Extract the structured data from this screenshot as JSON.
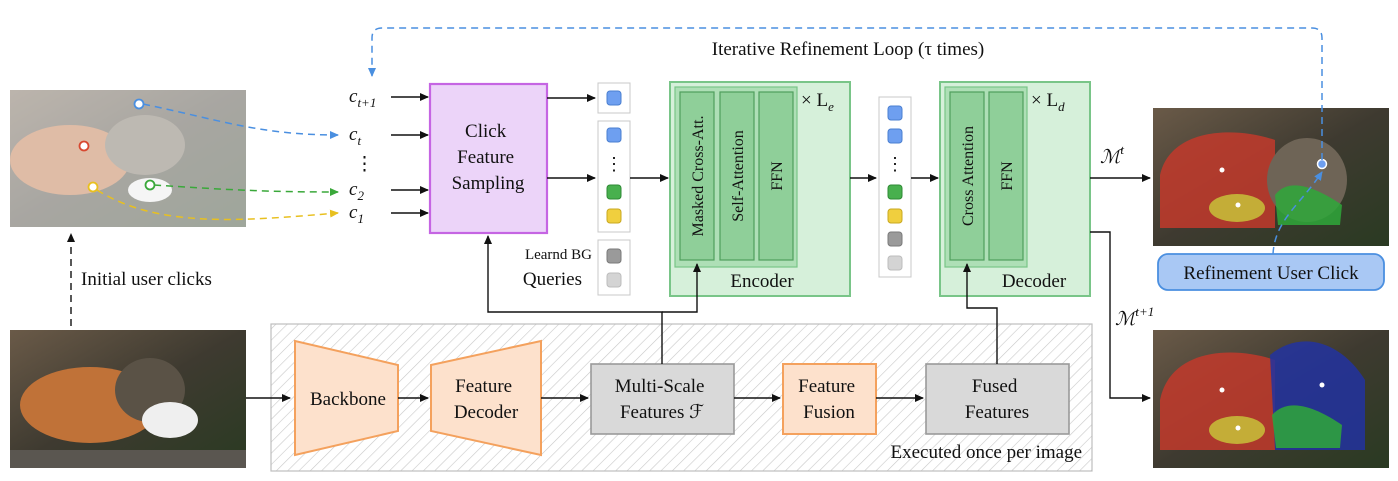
{
  "loop": {
    "title": "Iterative Refinement Loop (τ times)"
  },
  "clicks": {
    "next": "c",
    "next_sub": "t+1",
    "t": "c",
    "t_sub": "t",
    "dots": "⋮",
    "c2": "c",
    "c2_sub": "2",
    "c1": "c",
    "c1_sub": "1"
  },
  "labels": {
    "initial_clicks": "Initial user clicks",
    "learned_bg_line1": "Learnd BG",
    "learned_bg_line2": "Queries",
    "executed_once": "Executed once per image",
    "refinement_click": "Refinement User Click",
    "mask_t": "ℳ",
    "mask_t_sup": "t",
    "mask_t1": "ℳ",
    "mask_t1_sup": "t+1"
  },
  "blocks": {
    "click_feature_sampling": [
      "Click",
      "Feature",
      "Sampling"
    ],
    "backbone": "Backbone",
    "feature_decoder": [
      "Feature",
      "Decoder"
    ],
    "multiscale": [
      "Multi-Scale",
      "Features ℱ"
    ],
    "feature_fusion": [
      "Feature",
      "Fusion"
    ],
    "fused_features": [
      "Fused",
      "Features"
    ]
  },
  "encoder": {
    "title": "Encoder",
    "repeat": "× L",
    "repeat_sub": "e",
    "layers": [
      "Masked Cross-Att.",
      "Self-Attention",
      "FFN"
    ]
  },
  "decoder": {
    "title": "Decoder",
    "repeat": "× L",
    "repeat_sub": "d",
    "layers": [
      "Cross Attention",
      "FFN"
    ]
  },
  "token_dots": "⋮",
  "colors": {
    "loop_blue": "#4a8fe0",
    "green_click": "#3aa83a",
    "yellow_click": "#e8c020",
    "red_click": "#d84830",
    "orange_stroke": "#f4a15d",
    "orange_fill": "#fde1cc",
    "purple_stroke": "#c565e3",
    "purple_fill": "#ecd4f9",
    "green_stroke": "#79c588",
    "green_fill": "#d6f0da",
    "green_dark": "#8fcf99",
    "gray_fill": "#d9d9d9",
    "mask_red": "#c23a2c",
    "mask_blue": "#2233a0",
    "mask_green": "#2fa83a",
    "mask_yellow": "#c8c23a"
  },
  "icons": {
    "cats_image": "cats-photo-icon",
    "query_token": "rounded-square-token-icon"
  }
}
